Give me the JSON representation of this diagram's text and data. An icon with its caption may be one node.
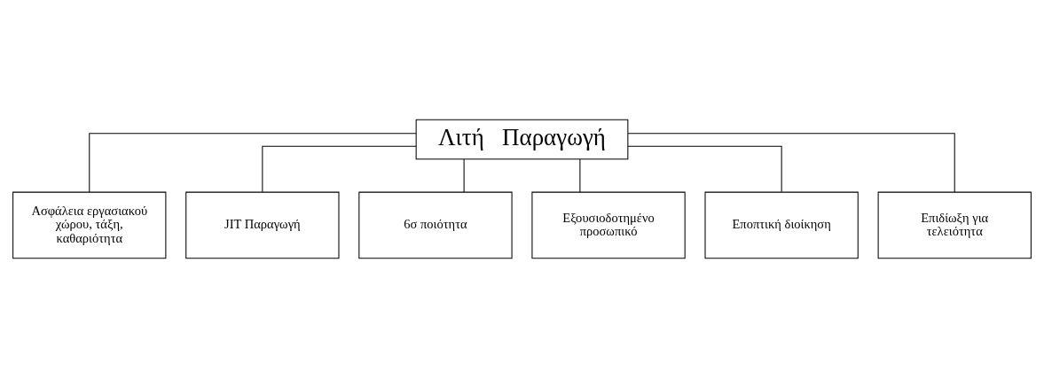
{
  "diagram": {
    "nodes": [
      {
        "text": [
          "Λιτή   Παραγωγή"
        ]
      },
      {
        "text": [
          "Ασφάλεια εργασιακού χώρου, τάξη, καθαριότητα"
        ]
      },
      {
        "text": [
          "JIT Παραγωγή"
        ]
      },
      {
        "text": [
          "Εποπτική διοίκηση"
        ]
      },
      {
        "text": [
          "Επιδίωξη για τελειότητα"
        ]
      },
      {
        "text": [
          "6σ ποιότητα"
        ]
      },
      {
        "text": [
          "Εξουσιοδοτημένο προσωπικό"
        ]
      }
    ],
    "edges": [
      {
        "from": 0,
        "to": 1,
        "arrow": "none"
      },
      {
        "from": 0,
        "to": 2,
        "arrow": "none"
      },
      {
        "from": 0,
        "to": 3,
        "arrow": "none"
      },
      {
        "from": 0,
        "to": 4,
        "arrow": "none"
      },
      {
        "from": 0,
        "to": 5,
        "arrow": "none"
      },
      {
        "from": 0,
        "to": 6,
        "arrow": "none"
      }
    ]
  }
}
